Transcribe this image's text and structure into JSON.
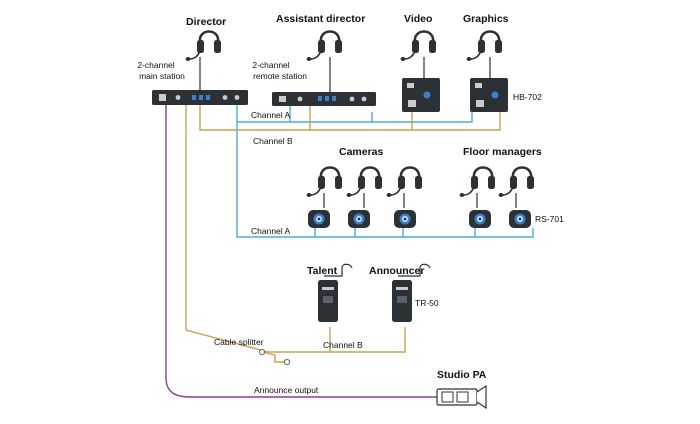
{
  "headings": {
    "director": "Director",
    "assistant_director": "Assistant director",
    "video": "Video",
    "graphics": "Graphics",
    "cameras": "Cameras",
    "floor_managers": "Floor managers",
    "talent": "Talent",
    "announcer": "Announcer",
    "studio_pa": "Studio PA"
  },
  "labels": {
    "main_station_line1": "2-channel",
    "main_station_line2": "main station",
    "remote_station_line1": "2-channel",
    "remote_station_line2": "remote station",
    "hb702": "HB-702",
    "rs701": "RS-701",
    "tr50": "TR-50",
    "channel_a_upper": "Channel A",
    "channel_b_upper": "Channel B",
    "channel_a_lower": "Channel A",
    "channel_b_lower": "Channel B",
    "cable_splitter": "Cable splitter",
    "announce_output": "Announce output"
  },
  "colors": {
    "channel_a": "#4aaed6",
    "channel_b": "#c8a24a",
    "announce": "#8e3f92",
    "device": "#2c3136",
    "accent_blue": "#3a7fd0"
  },
  "icons": {
    "headset": "headset-icon",
    "main_station": "rack-main-station-icon",
    "remote_station": "rack-remote-station-icon",
    "hb702": "desktop-station-icon",
    "rs701": "beltpack-icon",
    "tr50": "wireless-beltpack-icon",
    "speaker": "speaker-icon",
    "splitter": "cable-splitter-icon"
  }
}
